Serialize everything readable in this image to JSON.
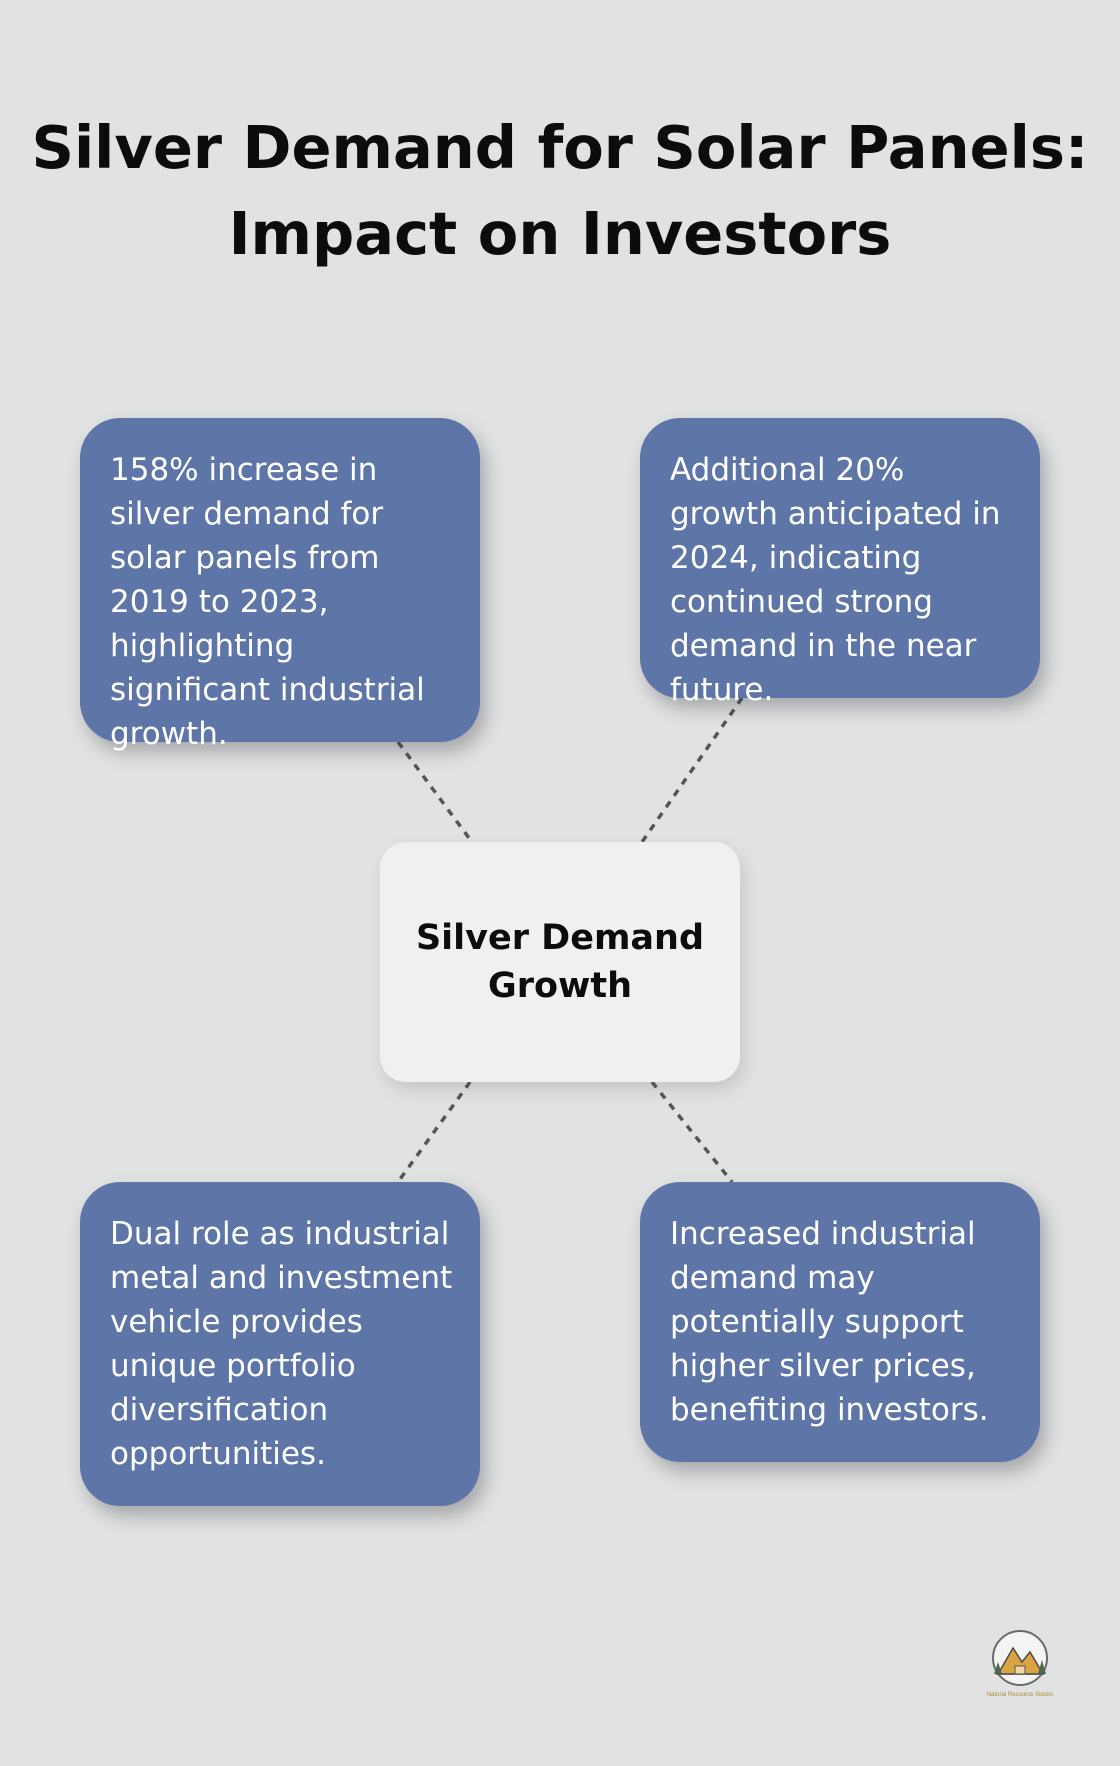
{
  "title": {
    "line1": "Silver Demand for Solar Panels:",
    "line2": "Impact on Investors"
  },
  "center": {
    "label": "Silver Demand Growth"
  },
  "cards": {
    "top_left": "158% increase in silver demand for solar panels from 2019 to 2023, highlighting significant industrial growth.",
    "top_right": "Additional 20% growth anticipated in 2024, indicating continued strong demand in the near future.",
    "bottom_left": "Dual role as industrial metal and investment vehicle provides unique portfolio diversification opportunities.",
    "bottom_right": "Increased industrial demand may potentially support higher silver prices, benefiting investors."
  },
  "logo": {
    "icon": "mountain-forest-logo",
    "text": "Natural Resource Stocks"
  },
  "colors": {
    "background": "#e1e2e2",
    "card": "#5d75a7",
    "center": "#eff0f1",
    "connector": "#555555"
  }
}
